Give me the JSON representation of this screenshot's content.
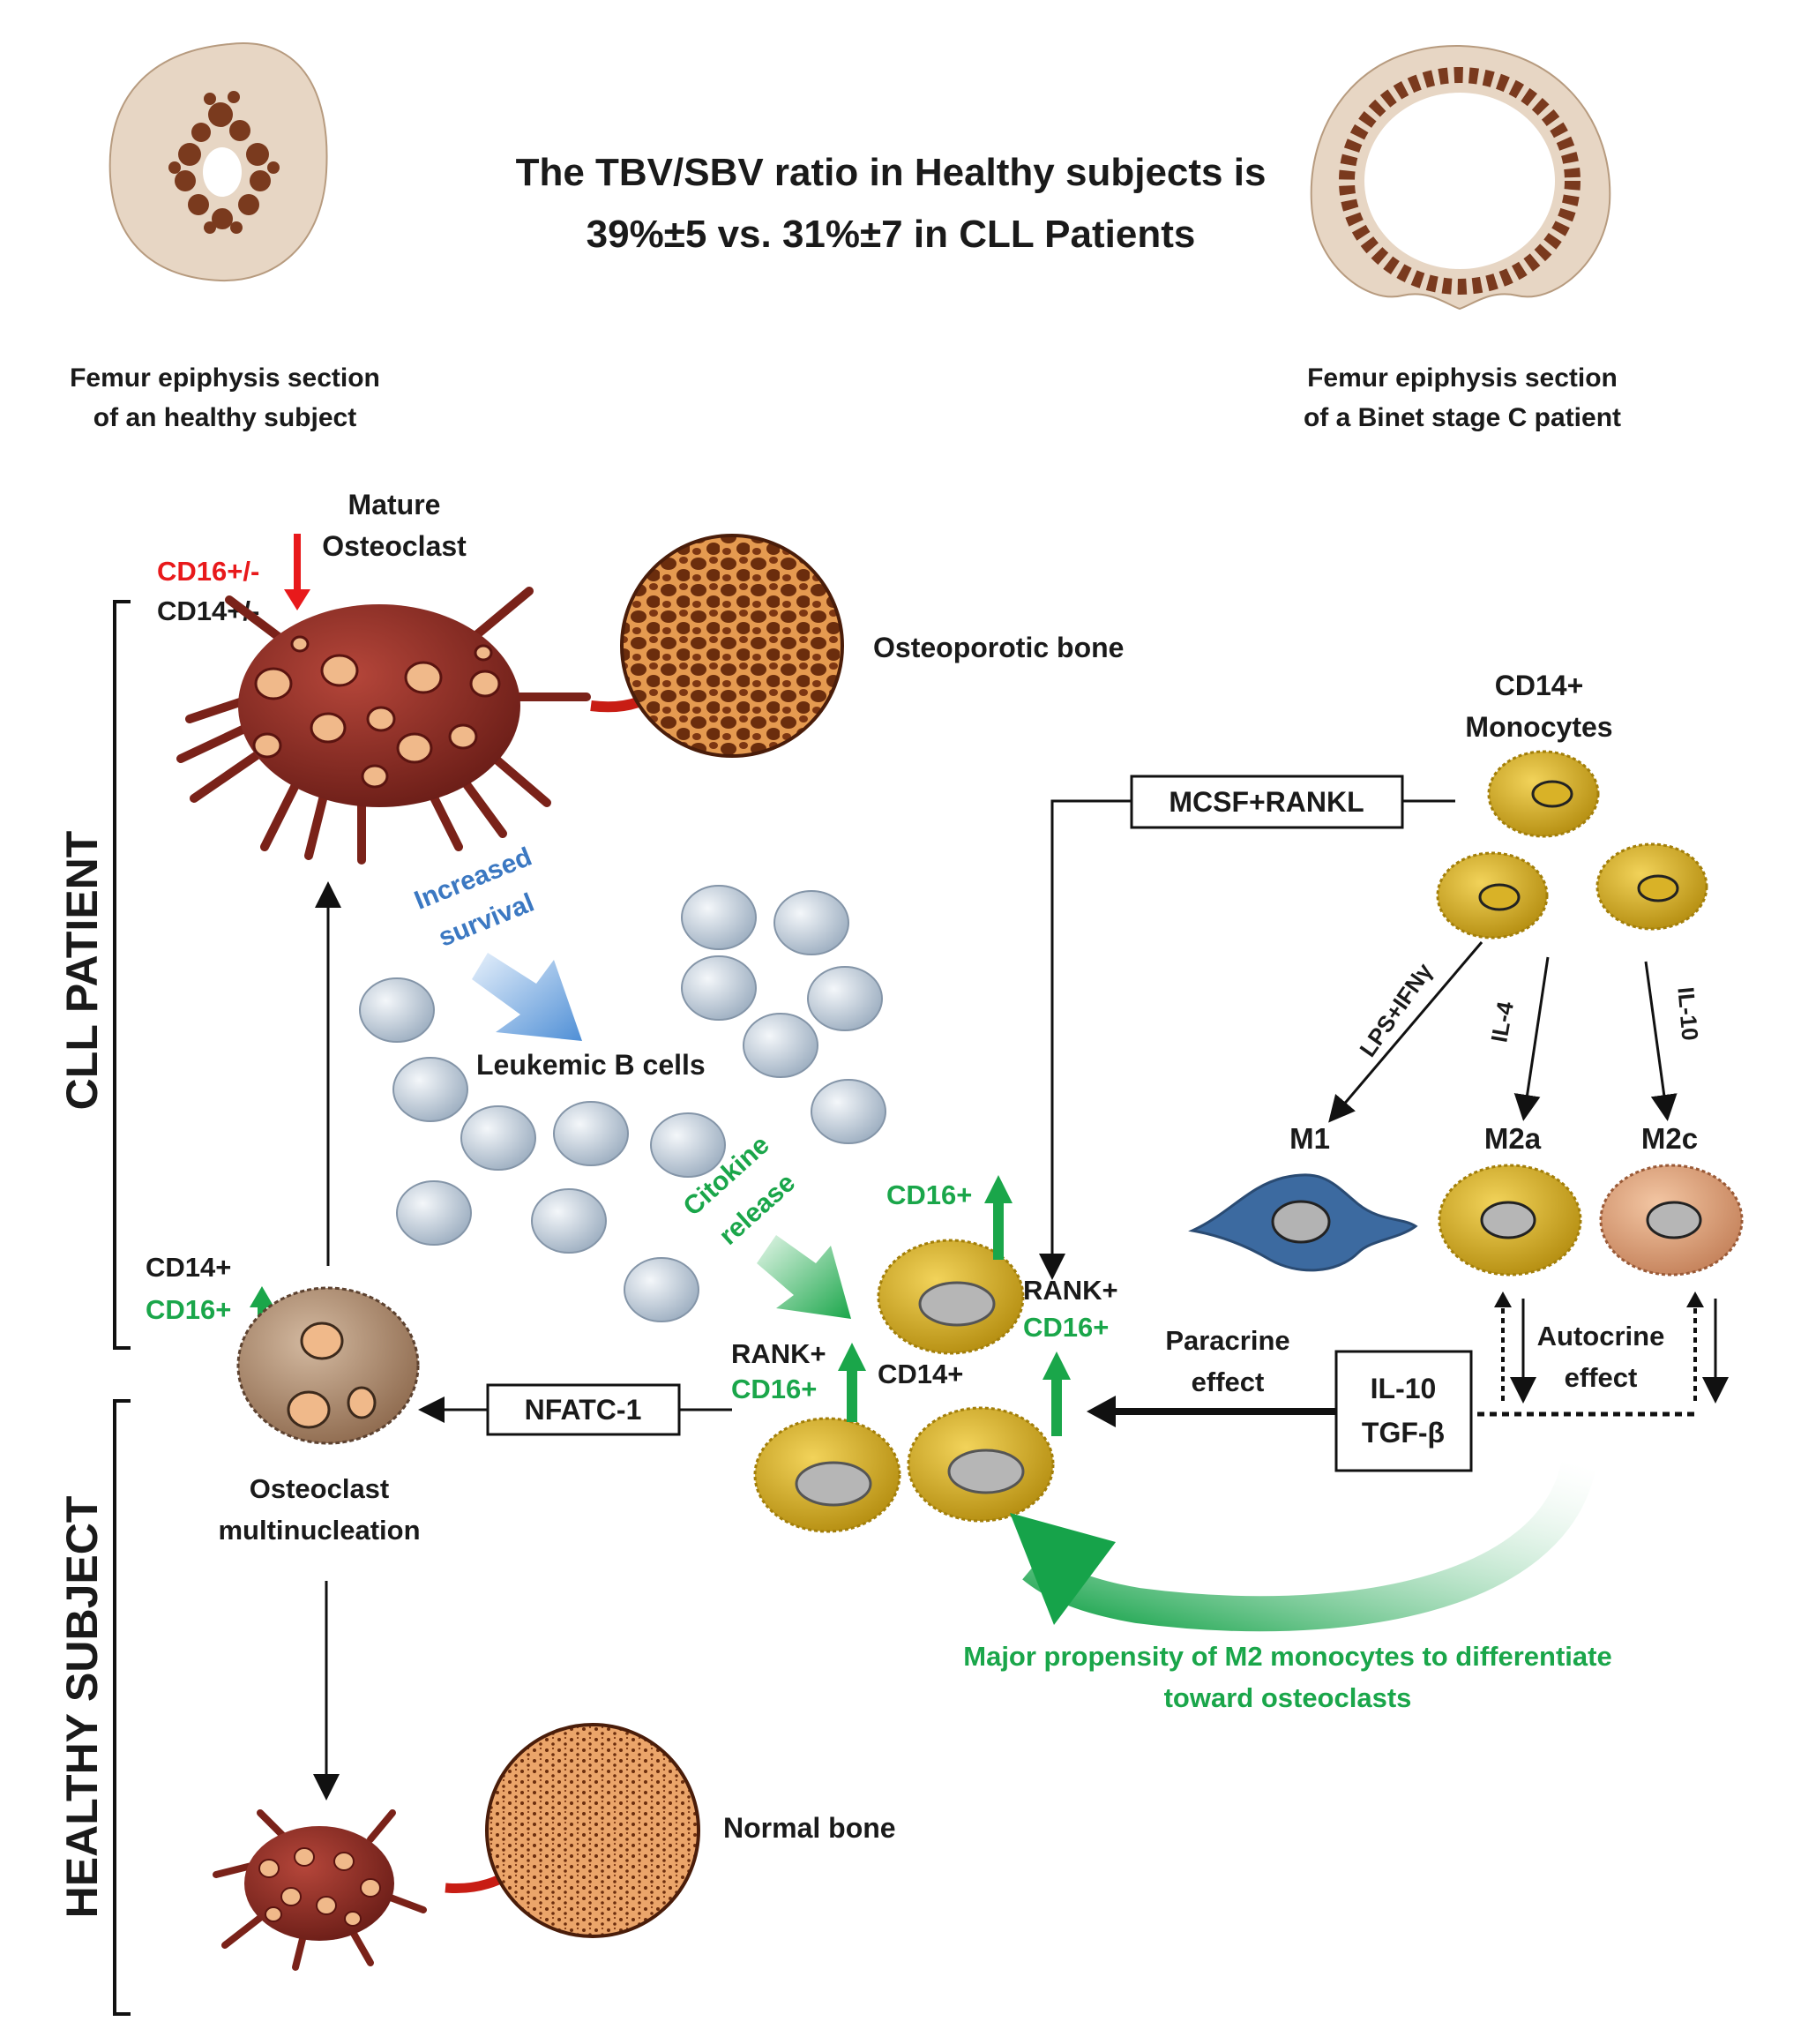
{
  "header": {
    "title_line1": "The TBV/SBV ratio in Healthy subjects is",
    "title_line2": "39%±5 vs. 31%±7 in CLL Patients",
    "healthy_caption_line1": "Femur epiphysis section",
    "healthy_caption_line2": "of an healthy subject",
    "patient_caption_line1": "Femur epiphysis section",
    "patient_caption_line2": "of a Binet stage C patient"
  },
  "groups": {
    "cll": "CLL PATIENT",
    "healthy": "HEALTHY SUBJECT"
  },
  "labels": {
    "mature_line1": "Mature",
    "mature_line2": "Osteoclast",
    "cd16_pm": "CD16+/-",
    "cd14_pm": "CD14+/-",
    "osteoporotic": "Osteoporotic bone",
    "increased_line1": "Increased",
    "increased_line2": "survival",
    "leukemic": "Leukemic B cells",
    "citokine_line1": "Citokine",
    "citokine_line2": "release",
    "cd14_plus": "CD14+",
    "cd16_plus": "CD16+",
    "rank_plus": "RANK+",
    "multi_line1": "Osteoclast",
    "multi_line2": "multinucleation",
    "normal": "Normal bone",
    "monocytes_line1": "CD14+",
    "monocytes_line2": "Monocytes",
    "lps": "LPS+IFNγ",
    "il4": "IL-4",
    "il10": "IL-10",
    "m1": "M1",
    "m2a": "M2a",
    "m2c": "M2c",
    "paracrine_line1": "Paracrine",
    "paracrine_line2": "effect",
    "autocrine_line1": "Autocrine",
    "autocrine_line2": "effect",
    "major_line1": "Major propensity of M2 monocytes to differentiate",
    "major_line2": "toward osteoclasts"
  },
  "boxes": {
    "mcsf": "MCSF+RANKL",
    "nfatc": "NFATC-1",
    "il10_box": "IL-10",
    "tgf_box": "TGF-β"
  },
  "colors": {
    "text": "#1a1a1a",
    "red_label": "#e8191b",
    "green_label": "#1aa64a",
    "blue_label": "#3b78c2",
    "osteoclast": "#8e2a22",
    "nucleus": "#f0b98a",
    "monocyte": "#d9b21d",
    "m1_cell": "#3c6aa0",
    "m2c_cell": "#d89a72",
    "bone_porous": "#c9772e",
    "bcell": "#c9d2dc",
    "epiphysis_bg": "#e6d3c0",
    "trabecular": "#7a3a1e"
  }
}
